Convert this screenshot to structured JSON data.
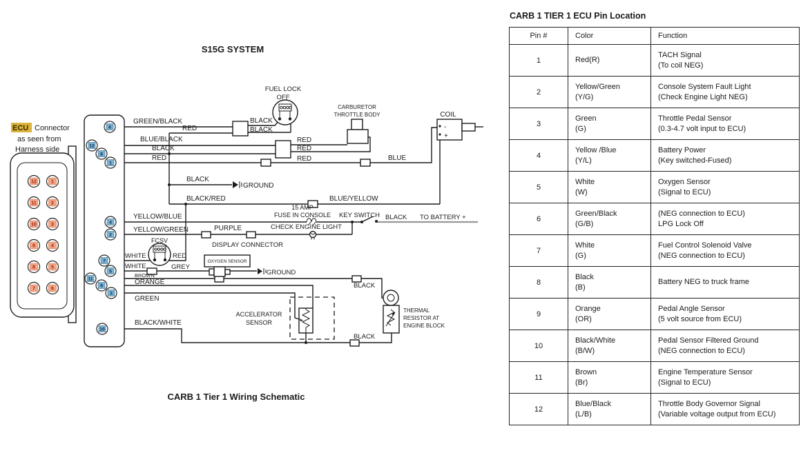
{
  "colors": {
    "ecu_highlight": "#dcb33c",
    "ecu_pin_square": "#f2a583",
    "schematic_pin_square": "#7ab0cf",
    "wire": "#1a1a1a",
    "battery_wire_gray": "#979797"
  },
  "schematic": {
    "title": "S15G SYSTEM",
    "caption": "CARB 1 Tier 1 Wiring Schematic",
    "connector_note": {
      "highlight": "ECU",
      "line1_rest": "Connector",
      "line2": "as seen from",
      "line3": "Harness side"
    },
    "block_pins": [
      "6",
      "12",
      "8",
      "1",
      "4",
      "2",
      "7",
      "5",
      "11",
      "9",
      "3",
      "10"
    ],
    "ecu_pins_left": [
      "12",
      "11",
      "10",
      "9",
      "8",
      "7"
    ],
    "ecu_pins_right": [
      "1",
      "2",
      "3",
      "4",
      "5",
      "6"
    ],
    "labels": {
      "green_black": "GREEN/BLACK",
      "blue_black": "BLUE/BLACK",
      "black_pin8": "BLACK",
      "red_left": "RED",
      "black_fl_top": "BLACK",
      "black_fl_bot": "BLACK",
      "red_pin1": "RED",
      "fuel_lock_line1": "FUEL LOCK",
      "fuel_lock_line2": "OFF",
      "carburetor_line1": "CARBURETOR",
      "carburetor_line2": "THROTTLE BODY",
      "coil": "COIL",
      "coil_minus": "-",
      "coil_plus": "+",
      "red_1": "RED",
      "red_2": "RED",
      "red_3": "RED",
      "blue": "BLUE",
      "black_ground": "BLACK",
      "ground_left": "GROUND",
      "black_red": "BLACK/RED",
      "blue_yellow": "BLUE/YELLOW",
      "yellow_blue": "YELLOW/BLUE",
      "amp_15": "15 AMP",
      "fuse_in_console": "FUSE IN CONSOLE",
      "key_switch": "KEY SWITCH",
      "black_battery": "BLACK",
      "to_battery": "TO BATTERY +",
      "yellow_green": "YELLOW/GREEN",
      "purple": "PURPLE",
      "check_engine_light": "CHECK ENGINE LIGHT",
      "display_connector": "DISPLAY CONNECTOR",
      "fcsv": "FCSV",
      "white_fcsv": "WHITE",
      "red_fcsv": "RED",
      "white_grey": "WHITE",
      "grey": "GREY",
      "brown": "BROWN",
      "oxygen_sensor": "OXYGEN SENSOR",
      "ground_right": "GROUND",
      "orange": "ORANGE",
      "green": "GREEN",
      "black_thermal_top": "BLACK",
      "black_thermal_bot": "BLACK",
      "accelerator_line1": "ACCELERATOR",
      "accelerator_line2": "SENSOR",
      "thermal_line1": "THERMAL",
      "thermal_line2": "RESISTOR AT",
      "thermal_line3": "ENGINE BLOCK",
      "black_white": "BLACK/WHITE"
    }
  },
  "table": {
    "title": "CARB 1 TIER 1 ECU Pin Location",
    "headers": [
      "Pin #",
      "Color",
      "Function"
    ],
    "rows": [
      {
        "pin": "1",
        "color": [
          "Red(R)",
          ""
        ],
        "func": [
          "TACH Signal",
          "(To coil NEG)"
        ]
      },
      {
        "pin": "2",
        "color": [
          "Yellow/Green",
          "(Y/G)"
        ],
        "func": [
          "Console System Fault Light",
          "(Check Engine Light NEG)"
        ]
      },
      {
        "pin": "3",
        "color": [
          "Green",
          "(G)"
        ],
        "func": [
          "Throttle Pedal Sensor",
          "(0.3-4.7 volt input to ECU)"
        ]
      },
      {
        "pin": "4",
        "color": [
          "Yellow /Blue",
          "(Y/L)"
        ],
        "func": [
          "Battery Power",
          "(Key switched-Fused)"
        ]
      },
      {
        "pin": "5",
        "color": [
          "White",
          "(W)"
        ],
        "func": [
          "Oxygen Sensor",
          "(Signal to ECU)"
        ]
      },
      {
        "pin": "6",
        "color": [
          "Green/Black",
          "(G/B)"
        ],
        "func": [
          "(NEG connection to ECU)",
          "LPG Lock Off"
        ]
      },
      {
        "pin": "7",
        "color": [
          "White",
          "(G)"
        ],
        "func": [
          "Fuel Control Solenoid Valve",
          "(NEG connection to ECU)"
        ]
      },
      {
        "pin": "8",
        "color": [
          "Black",
          "(B)"
        ],
        "func": [
          "Battery NEG to truck frame",
          ""
        ]
      },
      {
        "pin": "9",
        "color": [
          "Orange",
          "(OR)"
        ],
        "func": [
          "Pedal Angle Sensor",
          "(5 volt source from ECU)"
        ]
      },
      {
        "pin": "10",
        "color": [
          "Black/White",
          "(B/W)"
        ],
        "func": [
          "Pedal Sensor Filtered Ground",
          "(NEG connection to ECU)"
        ]
      },
      {
        "pin": "11",
        "color": [
          "Brown",
          "(Br)"
        ],
        "func": [
          "Engine Temperature Sensor",
          "(Signal to ECU)"
        ]
      },
      {
        "pin": "12",
        "color": [
          "Blue/Black",
          "(L/B)"
        ],
        "func": [
          "Throttle Body Governor Signal",
          "(Variable voltage output from ECU)"
        ]
      }
    ]
  }
}
